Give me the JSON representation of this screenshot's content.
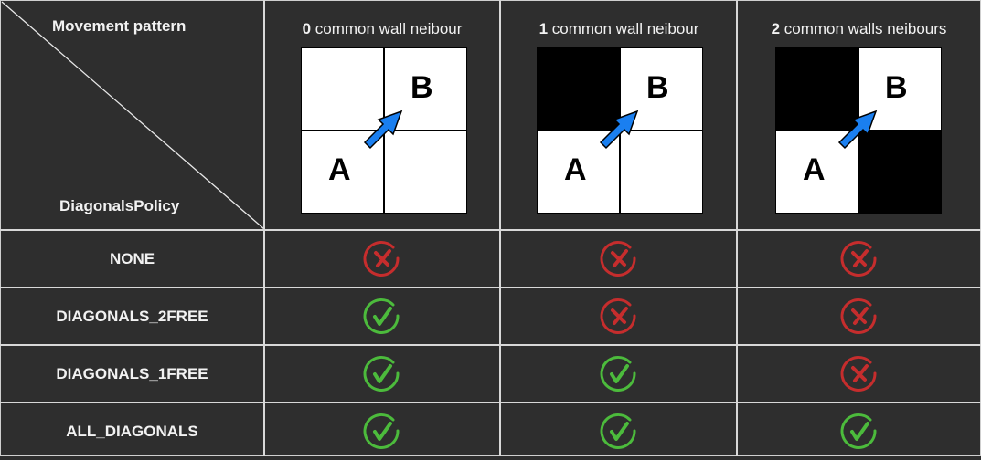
{
  "header": {
    "corner_top": "Movement pattern",
    "corner_bottom": "DiagonalsPolicy",
    "columns": [
      {
        "number": "0",
        "text": " common wall neibour",
        "walls": [
          false,
          false,
          false,
          false
        ]
      },
      {
        "number": "1",
        "text": " common wall neibour",
        "walls": [
          true,
          false,
          false,
          false
        ]
      },
      {
        "number": "2",
        "text": " common walls neibours",
        "walls": [
          true,
          false,
          false,
          true
        ]
      }
    ],
    "label_a": "A",
    "label_b": "B"
  },
  "rows": [
    {
      "policy": "NONE",
      "allowed": [
        false,
        false,
        false
      ]
    },
    {
      "policy": "DIAGONALS_2FREE",
      "allowed": [
        true,
        false,
        false
      ]
    },
    {
      "policy": "DIAGONALS_1FREE",
      "allowed": [
        true,
        true,
        false
      ]
    },
    {
      "policy": "ALL_DIAGONALS",
      "allowed": [
        true,
        true,
        true
      ]
    }
  ],
  "colors": {
    "allowed": "#4cbb3c",
    "forbidden": "#c62d2d",
    "arrow": "#1a7ff0",
    "background": "#2e2e2e"
  }
}
